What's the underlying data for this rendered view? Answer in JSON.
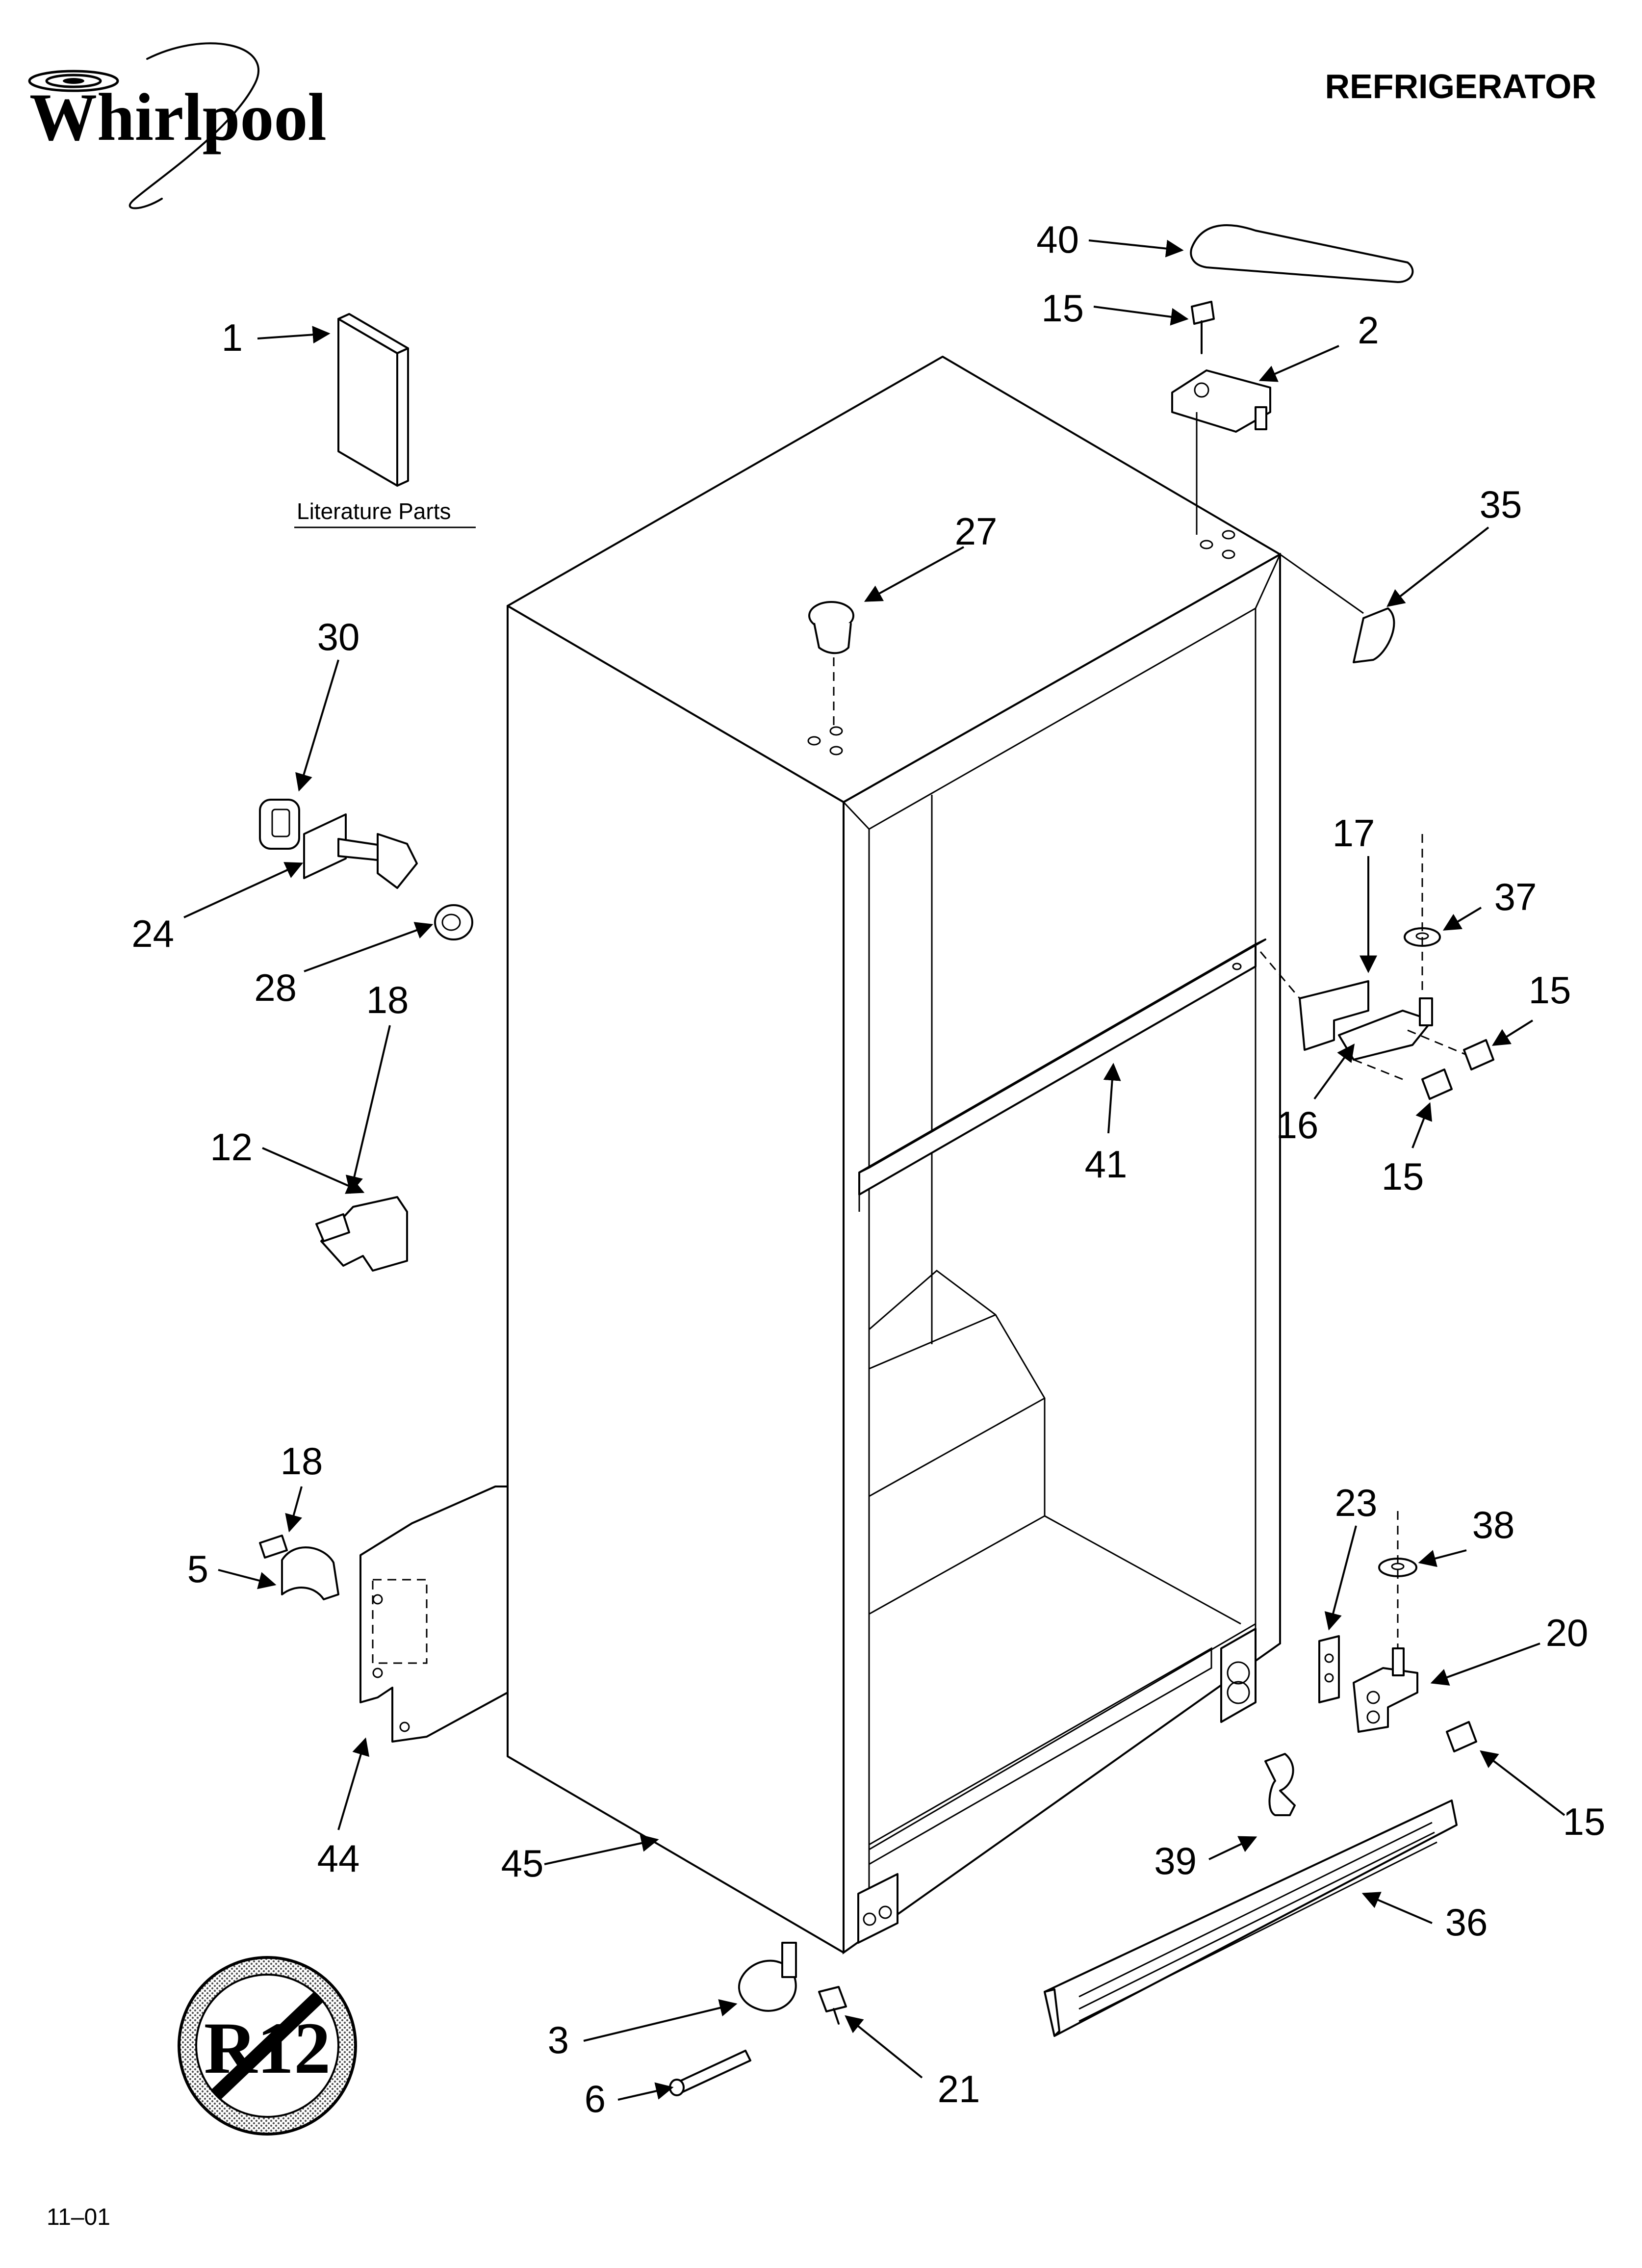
{
  "header": {
    "brand": "Whirlpool",
    "title": "REFRIGERATOR"
  },
  "literature_label": "Literature Parts",
  "footer": {
    "date_code": "11–01"
  },
  "badge": {
    "text": "R12"
  },
  "callouts": [
    "1",
    "2",
    "3",
    "5",
    "6",
    "12",
    "15",
    "16",
    "17",
    "18",
    "20",
    "21",
    "23",
    "24",
    "27",
    "28",
    "30",
    "35",
    "36",
    "37",
    "38",
    "39",
    "40",
    "41",
    "44",
    "45"
  ]
}
